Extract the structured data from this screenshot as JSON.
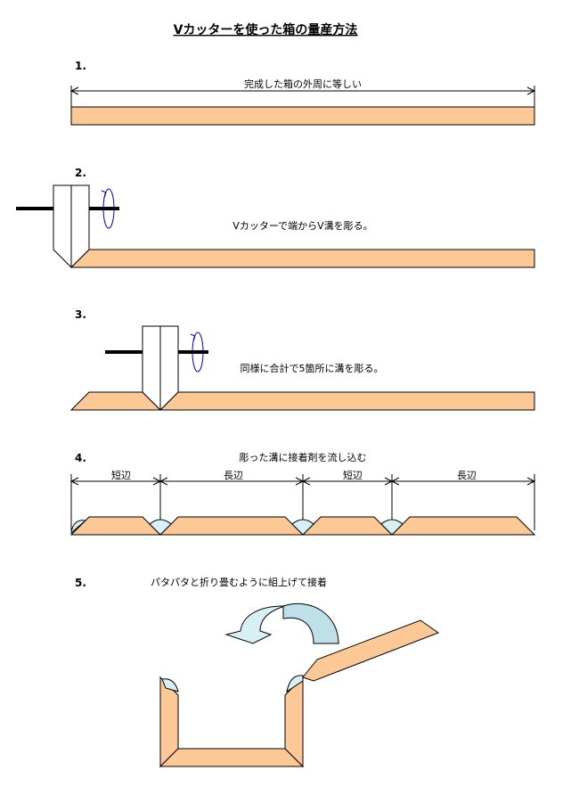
{
  "title": "Vカッターを使った箱の量産方法",
  "steps": [
    {
      "number": "1.",
      "text": "完成した箱の外周に等しい"
    },
    {
      "number": "2.",
      "text": "Vカッターで端からV溝を彫る。"
    },
    {
      "number": "3.",
      "text": "同様に合計で5箇所に溝を彫る。"
    },
    {
      "number": "4.",
      "text": "彫った溝に接着剤を流し込む",
      "dims": [
        "短辺",
        "長辺",
        "短辺",
        "長辺"
      ]
    },
    {
      "number": "5.",
      "text": "パタパタと折り畳むように組上げて接着"
    }
  ],
  "colors": {
    "board": "#fcc896",
    "glue": "#d7f0f5",
    "rotation": "#0000cc"
  }
}
